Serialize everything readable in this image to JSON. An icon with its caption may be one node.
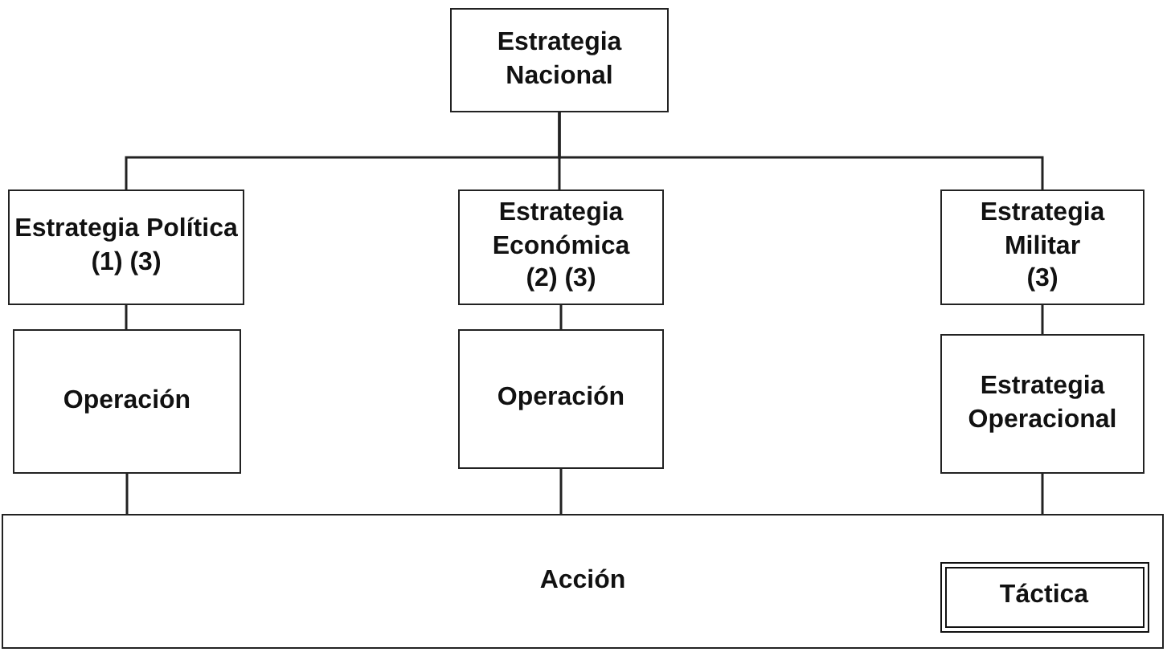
{
  "diagram": {
    "nodes": [
      {
        "text": [
          "Estrategia Nacional"
        ]
      },
      {
        "text": [
          "Estrategia Política",
          "(1) (3)"
        ]
      },
      {
        "text": [
          "Estrategia Económica",
          "(2) (3)"
        ]
      },
      {
        "text": [
          "Estrategia Militar",
          "(3)"
        ]
      },
      {
        "text": [
          "Operación"
        ]
      },
      {
        "text": [
          "Operación"
        ]
      },
      {
        "text": [
          "Estrategia Operacional"
        ]
      },
      {
        "text": [
          "Acción"
        ]
      },
      {
        "text": [
          "Táctica"
        ],
        "in": 7
      }
    ],
    "edges": [
      {
        "from": 0,
        "to": 1,
        "arrow": "none"
      },
      {
        "from": 0,
        "to": 2,
        "arrow": "none"
      },
      {
        "from": 0,
        "to": 3,
        "arrow": "none"
      },
      {
        "from": 1,
        "to": 4,
        "arrow": "none"
      },
      {
        "from": 2,
        "to": 5,
        "arrow": "none"
      },
      {
        "from": 3,
        "to": 6,
        "arrow": "none"
      },
      {
        "from": 4,
        "to": 7,
        "arrow": "none"
      },
      {
        "from": 5,
        "to": 7,
        "arrow": "none"
      },
      {
        "from": 6,
        "to": 7,
        "arrow": "none"
      }
    ]
  }
}
